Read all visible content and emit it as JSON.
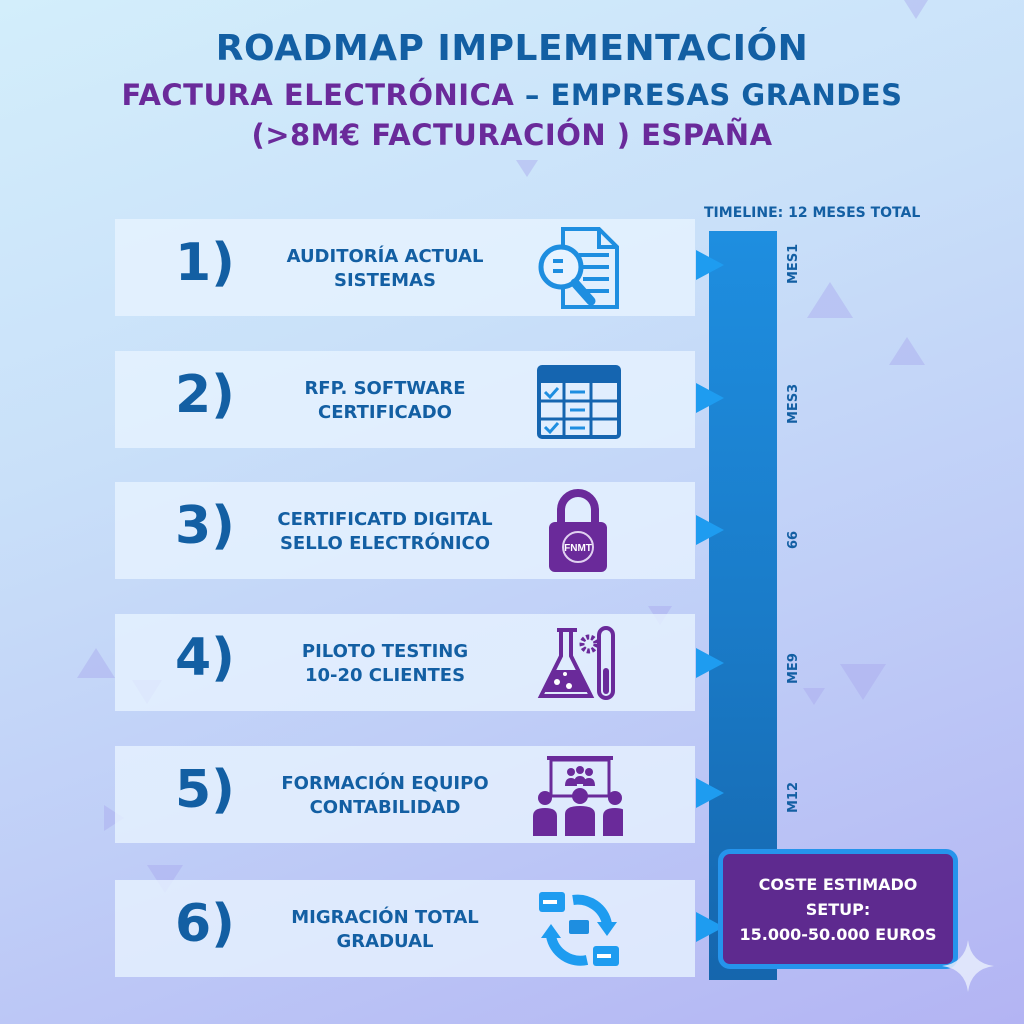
{
  "header": {
    "line1": "ROADMAP IMPLEMENTACIÓN",
    "line2_purple": "FACTURA ELECTRÓNICA",
    "line2_sep": " – ",
    "line2_blue": "EMPRESAS GRANDES",
    "line3": "(>8M€ FACTURACIÓN ) ESPAÑA"
  },
  "timeline": {
    "title": "TIMELINE: 12 MESES TOTAL",
    "markers": [
      "MES1",
      "MES3",
      "66",
      "ME9",
      "M12"
    ]
  },
  "steps": [
    {
      "number": "1)",
      "line1": "AUDITORÍA ACTUAL",
      "line2": "SISTEMAS",
      "icon": "document-search-icon"
    },
    {
      "number": "2)",
      "line1": "RFP. SOFTWARE",
      "line2": "CERTIFICADO",
      "icon": "checklist-table-icon"
    },
    {
      "number": "3)",
      "line1": "CERTIFICATD DIGITAL",
      "line2": "SELLO ELECTRÓNICO",
      "icon": "padlock-fnmt-icon",
      "icon_text": "FNMT"
    },
    {
      "number": "4)",
      "line1": "PILOTO TESTING",
      "line2": "10-20 CLIENTES",
      "icon": "lab-flask-icon"
    },
    {
      "number": "5)",
      "line1": "FORMACIÓN EQUIPO",
      "line2": "CONTABILIDAD",
      "icon": "team-training-icon"
    },
    {
      "number": "6)",
      "line1": "MIGRACIÓN TOTAL",
      "line2": "GRADUAL",
      "icon": "sync-migration-icon"
    }
  ],
  "cost_box": {
    "line1": "COSTE ESTIMADO",
    "line2": "SETUP:",
    "line3": "15.000-50.000 EUROS"
  },
  "colors": {
    "primary_blue": "#135fa3",
    "purple": "#6a2a9a",
    "timeline_bar": "#1a7cc9",
    "arrow": "#1e9cf0",
    "cost_bg": "#5e2a8f"
  }
}
